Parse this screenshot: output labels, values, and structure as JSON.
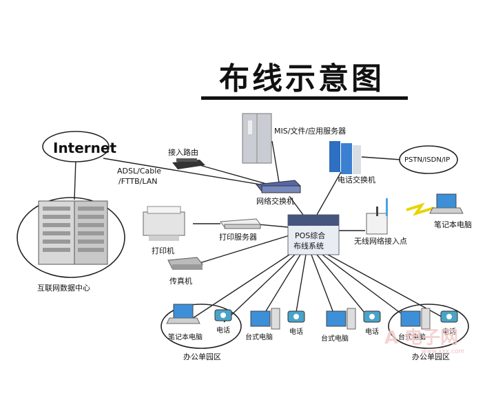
{
  "title": "布线示意图",
  "nodes": {
    "internet": "Internet",
    "router": "接入路由",
    "adsl": "ADSL/Cable",
    "fttb": "/FTTB/LAN",
    "mis": "MIS/文件/应用服务器",
    "phone_switch": "电话交换机",
    "pstn": "PSTN/ISDN/IP",
    "network_switch": "网络交换机",
    "laptop_wireless": "笔记本电脑",
    "data_center": "互联网数据中心",
    "printer": "打印机",
    "print_server": "打印服务器",
    "pos_line1": "POS综合",
    "pos_line2": "布线系统",
    "wireless_ap": "无线网络接入点",
    "fax": "传真机"
  },
  "endpoints": {
    "notebook": "笔记本电脑",
    "phone1": "电话",
    "desktop1": "台式电脑",
    "phone2": "电话",
    "desktop2": "台式电脑",
    "phone3": "电话",
    "desktop3": "台式电脑",
    "phone4": "电话"
  },
  "zones": {
    "left": "办公单园区",
    "right": "办公单园区"
  },
  "watermark": {
    "main": "A 电子网",
    "url": "www.xxx.com"
  }
}
